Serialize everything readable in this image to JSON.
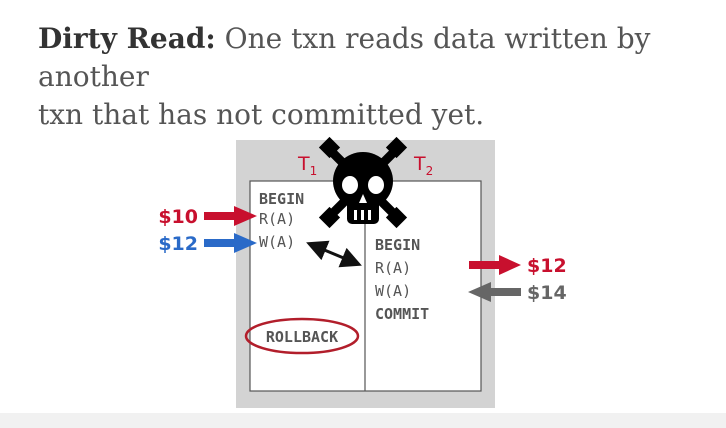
{
  "heading": {
    "term": "Dirty Read:",
    "line1": "One txn reads data written by another",
    "line2": "txn that has not committed yet."
  },
  "diagram": {
    "t1_letter": "T",
    "t1_sub": "1",
    "t2_letter": "T",
    "t2_sub": "2",
    "t1_ops": [
      "BEGIN",
      "R(A)",
      "W(A)"
    ],
    "t1_rollback": "ROLLBACK",
    "t2_ops": [
      "BEGIN",
      "R(A)",
      "W(A)",
      "COMMIT"
    ],
    "left_read_value": "$10",
    "left_write_value": "$12",
    "right_read_value": "$12",
    "right_write_value": "$14",
    "icon": "skull-crossbones-icon",
    "colors": {
      "red": "#c8102e",
      "blue": "#2a6ac8",
      "gray": "#666666",
      "panel": "#d3d3d3",
      "op_text": "#555555"
    }
  }
}
